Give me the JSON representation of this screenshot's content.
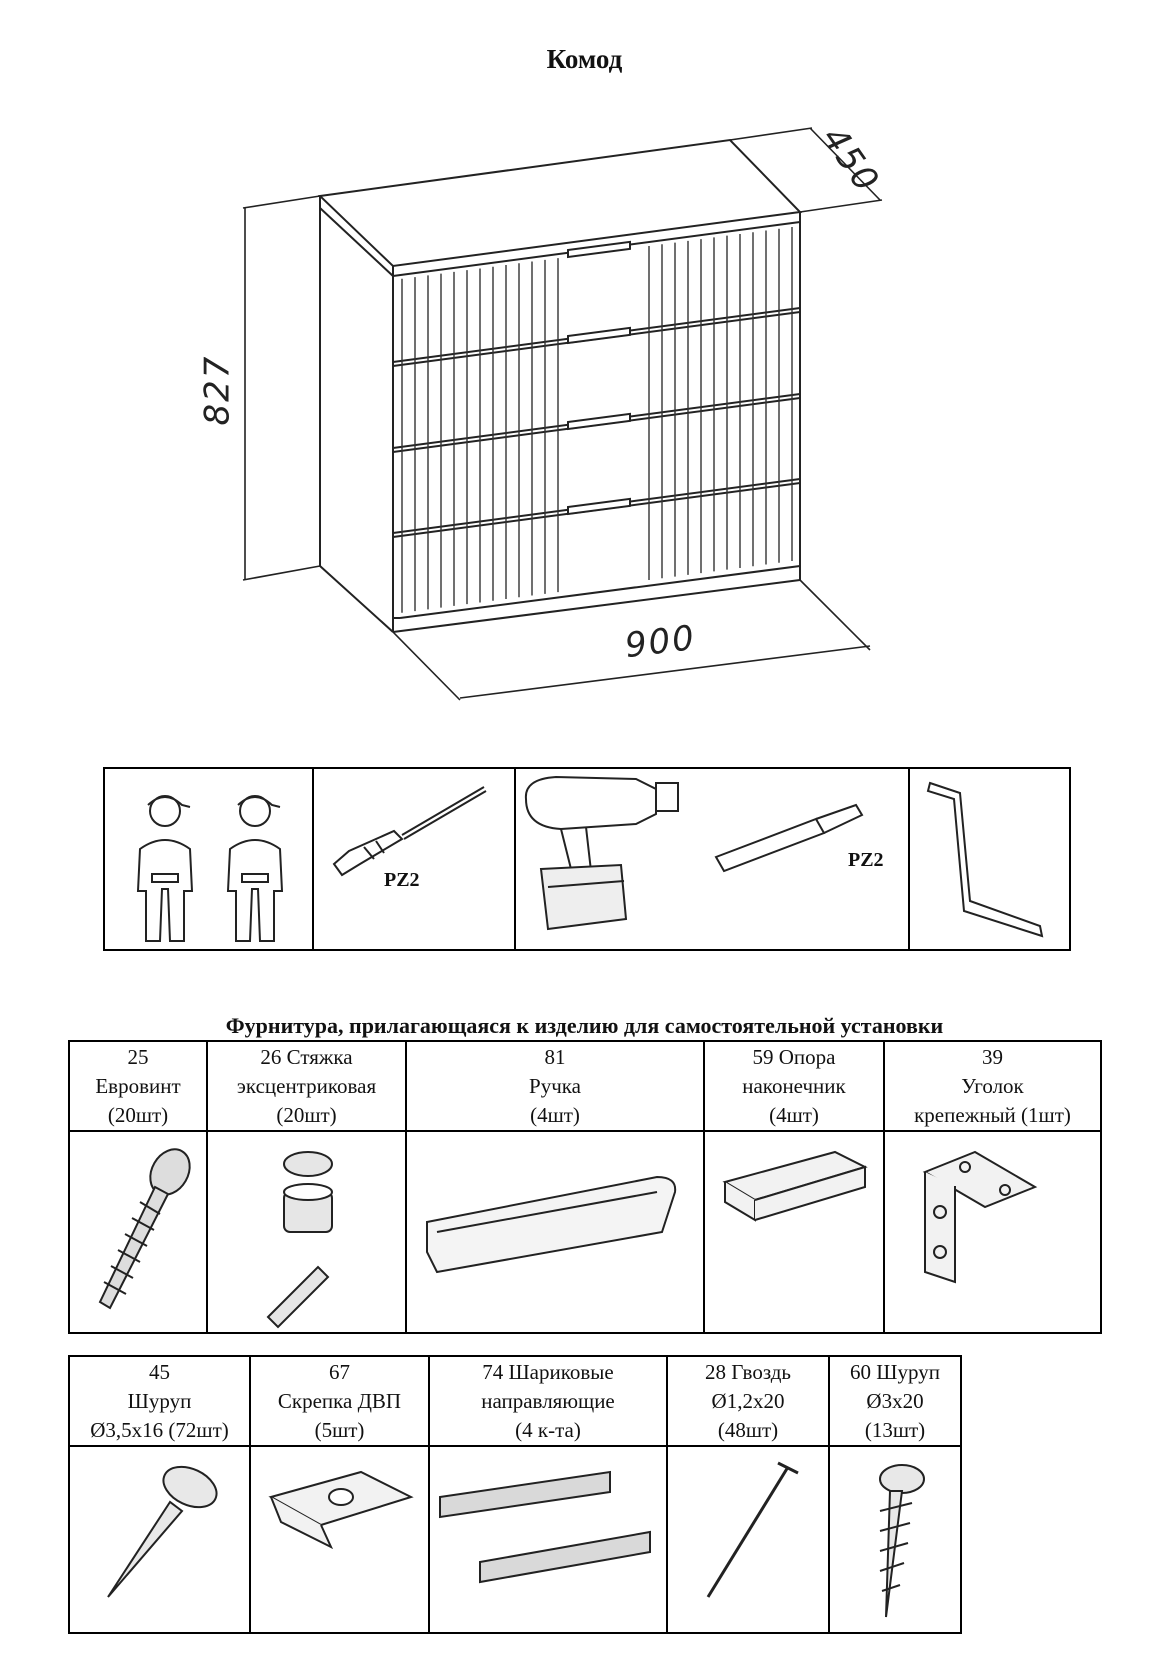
{
  "title": "Комод",
  "dimensions": {
    "depth": "450",
    "height": "827",
    "width": "900"
  },
  "tools": {
    "screwdriver_bit": "PZ2",
    "drill_bit": "PZ2"
  },
  "hardware_title": "Фурнитура, прилагающаяся к изделию для самостоятельной установки",
  "table1": [
    {
      "lines": [
        "25",
        "Евровинт",
        "(20шт)"
      ]
    },
    {
      "lines": [
        "26  Стяжка",
        "эксцентриковая",
        "(20шт)"
      ]
    },
    {
      "lines": [
        "81",
        "Ручка",
        "(4шт)"
      ]
    },
    {
      "lines": [
        "59  Опора",
        "наконечник",
        "(4шт)"
      ]
    },
    {
      "lines": [
        "39",
        "Уголок",
        "крепежный (1шт)"
      ]
    }
  ],
  "table2": [
    {
      "lines": [
        "45",
        "Шуруп",
        "Ø3,5x16 (72шт)"
      ]
    },
    {
      "lines": [
        "67",
        "Скрепка ДВП",
        "(5шт)"
      ]
    },
    {
      "lines": [
        "74 Шариковые",
        "направляющие",
        "(4 к-та)"
      ]
    },
    {
      "lines": [
        "28  Гвоздь",
        "Ø1,2x20",
        "(48шт)"
      ]
    },
    {
      "lines": [
        "60  Шуруп",
        "Ø3x20",
        "(13шт)"
      ]
    }
  ],
  "icons": [
    "worker-icon",
    "screwdriver-icon",
    "cordless-drill-icon",
    "drill-bit-icon",
    "hex-key-icon",
    "eurobolt-icon",
    "cam-lock-icon",
    "handle-icon",
    "support-tip-icon",
    "mounting-bracket-icon",
    "screw-icon",
    "fiberboard-clip-icon",
    "ball-bearing-slides-icon",
    "nail-icon"
  ]
}
